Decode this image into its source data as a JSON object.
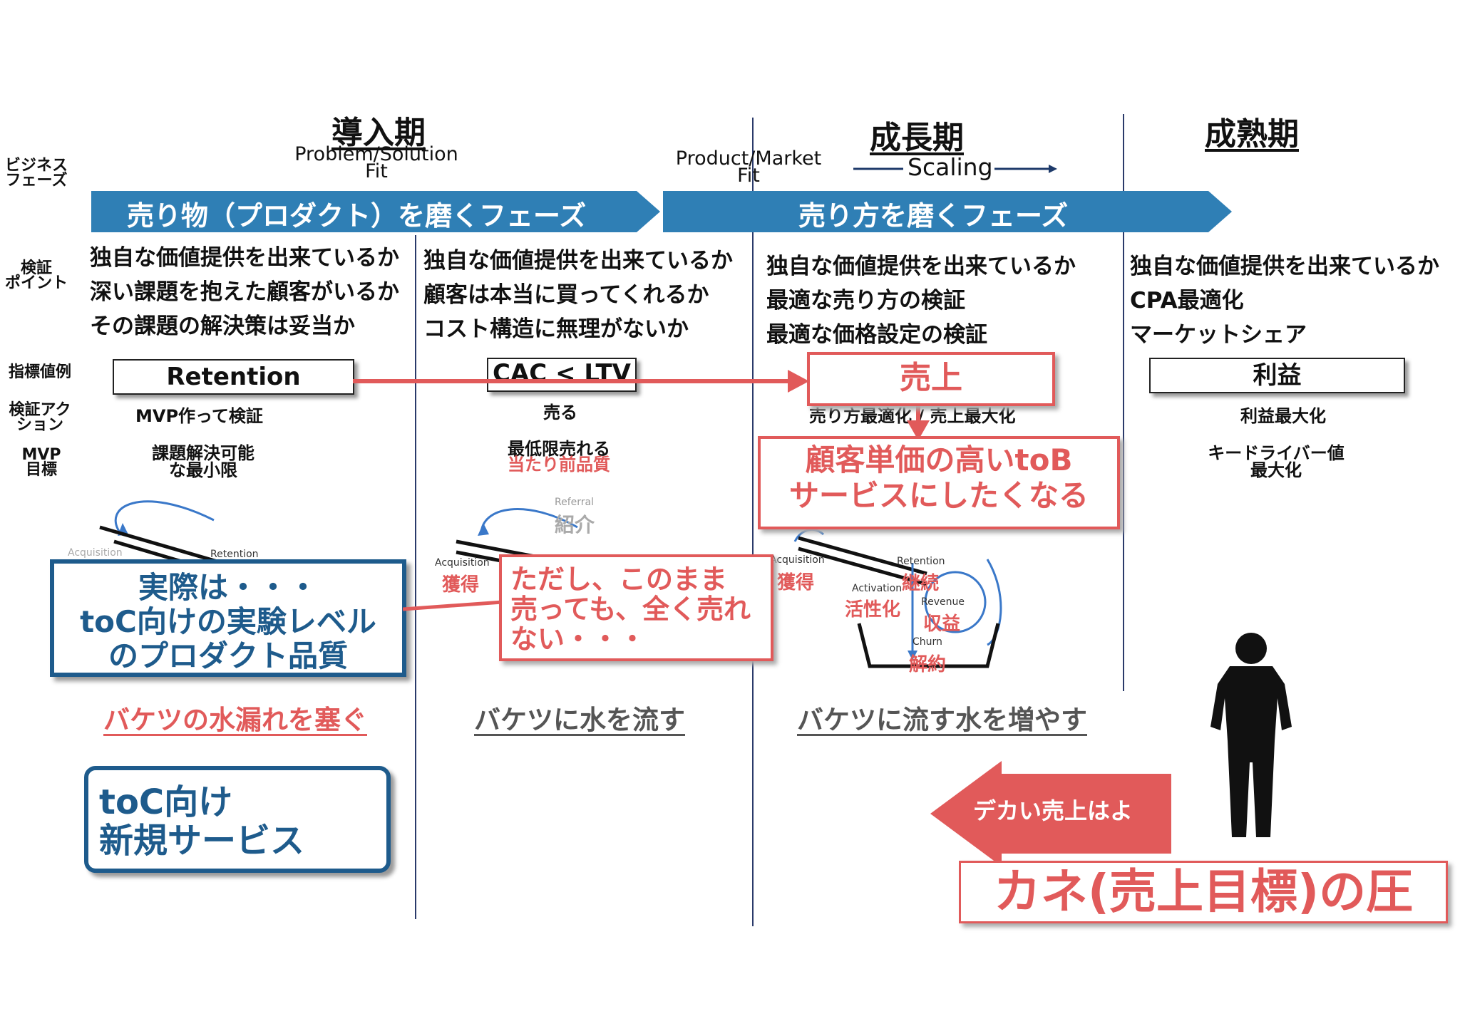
{
  "row_labels": {
    "phase": "ビジネス\nフェーズ",
    "check": "検証\nポイント",
    "metric": "指標値例",
    "action": "検証アク\nション",
    "mvp": "MVP\n目標"
  },
  "phases": {
    "intro": {
      "title": "導入期",
      "fit": "Problem/Solution\nFit"
    },
    "growth": {
      "title": "成長期",
      "fit": "Product/Market\nFit",
      "scaling": "Scaling"
    },
    "mature": {
      "title": "成熟期"
    }
  },
  "banners": {
    "left": "売り物（プロダクト）を磨くフェーズ",
    "right": "売り方を磨くフェーズ"
  },
  "checkpoints": {
    "col1": [
      "独自な価値提供を出来ているか",
      "深い課題を抱えた顧客がいるか",
      "その課題の解決策は妥当か"
    ],
    "col2": [
      "独自な価値提供を出来ているか",
      "顧客は本当に買ってくれるか",
      "コスト構造に無理がないか"
    ],
    "col3": [
      "独自な価値提供を出来ているか",
      "最適な売り方の検証",
      "最適な価格設定の検証"
    ],
    "col4": [
      "独自な価値提供を出来ているか",
      "CPA最適化",
      "マーケットシェア"
    ]
  },
  "metrics": {
    "col1": "Retention",
    "col2": "CAC < LTV",
    "col3": "売上",
    "col4": "利益"
  },
  "actions": {
    "col1": "MVP作って検証",
    "col2": "売る",
    "col3": "売り方最適化 / 売上最大化",
    "col4": "利益最大化"
  },
  "mvp_goals": {
    "col1": "課題解決可能\nな最小限",
    "col2_a": "最低限売れる",
    "col2_b": "当たり前品質",
    "col4": "キードライバー値\n最大化"
  },
  "funnel": {
    "acquisition": "Acquisition",
    "acquisition_jp": "獲得",
    "retention": "Retention",
    "referral": "Referral",
    "referral_jp": "紹介",
    "activation": "Activation",
    "activation_jp": "活性化",
    "retention_jp": "継続",
    "revenue": "Revenue",
    "revenue_jp": "収益",
    "churn": "Churn",
    "churn_jp": "解約"
  },
  "bucket_captions": {
    "col1": "バケツの水漏れを塞ぐ",
    "col2": "バケツに水を流す",
    "col3": "バケツに流す水を増やす"
  },
  "callouts": {
    "reality": "実際は・・・\ntoC向けの実験レベル\nのプロダクト品質",
    "however": "ただし、このまま\n売っても、全く売れ\nない・・・",
    "tob": "顧客単価の高いtoB\nサービスにしたくなる",
    "toc_new": "toC向け\n新規サービス",
    "big_sales": "デカい売上はよ",
    "pressure": "カネ(売上目標)の圧"
  },
  "colors": {
    "banner_blue": "#2f7fb5",
    "callout_red": "#e15a5a",
    "callout_blue": "#1e5b8c"
  }
}
